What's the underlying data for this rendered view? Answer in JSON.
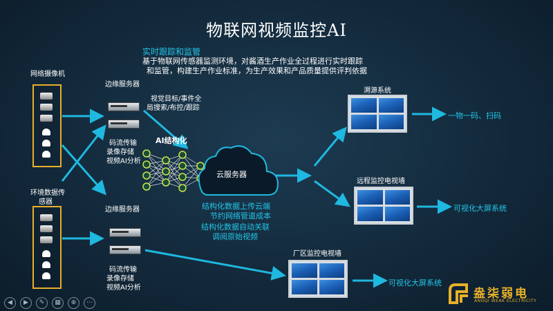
{
  "title": "物联网视频监控AI",
  "intro": {
    "heading": "实时跟踪和监管",
    "line1": "基于物联网传感器监测环境，对酱酒生产作业全过程进行实时跟踪",
    "line2": "和监管，构建生产作业标准，为生产效果和产品质量提供评判依据"
  },
  "left": {
    "camera_label": "网络摄像机",
    "sensor_label_1": "环境数据传",
    "sensor_label_2": "感器"
  },
  "edge_top": {
    "label": "边缘服务器",
    "func1": "码流传输",
    "func2": "录像存储",
    "func3": "视频AI分析"
  },
  "edge_bottom": {
    "label": "边缘服务器",
    "func1": "码流传输",
    "func2": "录像存储",
    "func3": "视频AI分析"
  },
  "vision": {
    "line1": "视觉目标/事件全",
    "line2": "局搜索/布控/跟踪"
  },
  "ai_label": "AI结构化",
  "cloud": {
    "label": "云服务器",
    "note1": "结构化数据上传云端",
    "note2": "节约网络管道成本",
    "note3": "结构化数据自动关联",
    "note4": "调阅原始视频"
  },
  "right": {
    "trace_label": "溯源系统",
    "trace_out": "一物一码、扫码",
    "remote_label": "远程监控电视墙",
    "remote_out": "可视化大屏系统",
    "factory_label": "厂区监控电视墙",
    "factory_out": "可视化大屏系统"
  },
  "logo": {
    "cn": "盎柒弱电",
    "en": "ANGQI WEAK ELECTRICITY"
  },
  "colors": {
    "accent": "#22c6e8",
    "frame": "#e9b02a",
    "node": "#c9e64a",
    "arrow": "#1fb8e0"
  }
}
